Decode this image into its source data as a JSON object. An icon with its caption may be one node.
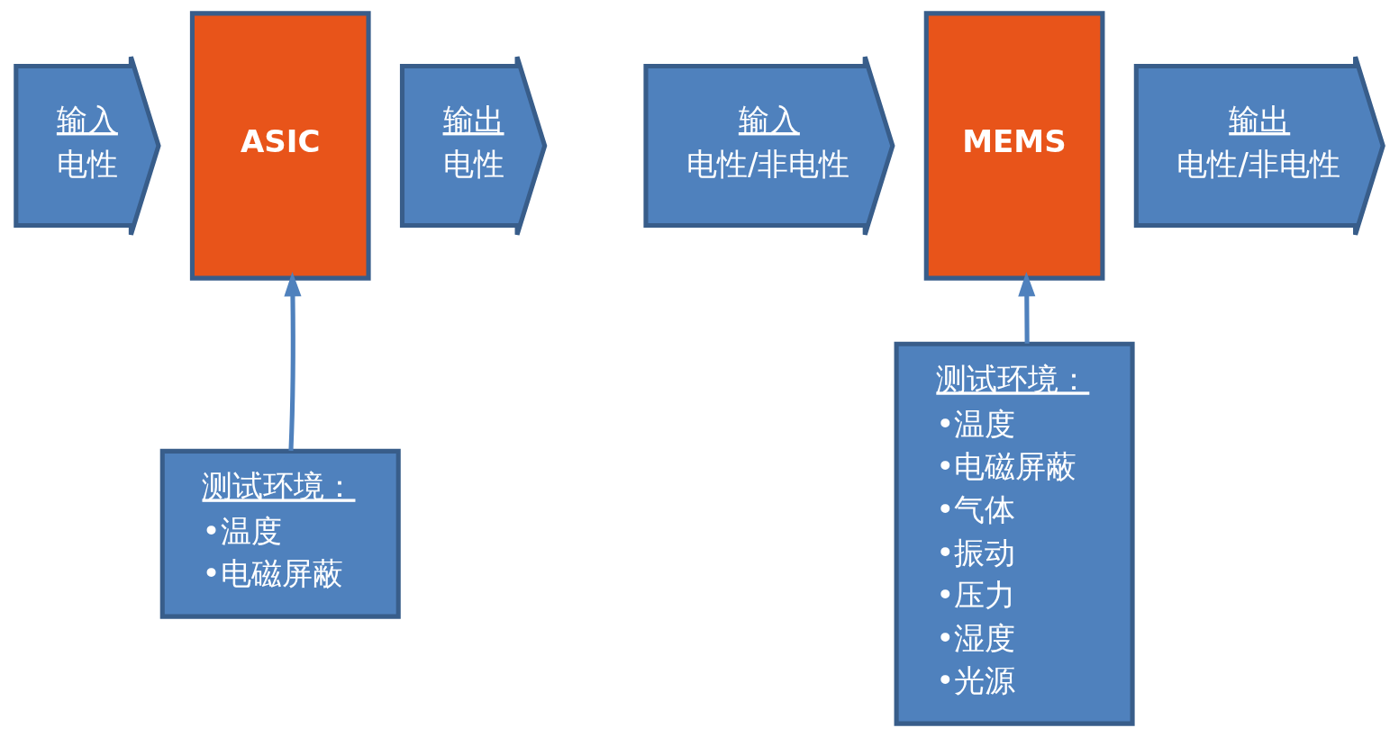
{
  "diagram": {
    "nodes": [
      {
        "text": [
          "输入",
          "电性"
        ]
      },
      {
        "text": [
          "ASIC"
        ]
      },
      {
        "text": [
          "输出",
          "电性"
        ]
      },
      {
        "text": [
          "测试环境：",
          "•温度",
          "•电磁屏蔽"
        ]
      },
      {
        "text": [
          "输入",
          "电性/非电性"
        ]
      },
      {
        "text": [
          "MEMS"
        ]
      },
      {
        "text": [
          "输出",
          "电性/非电性"
        ]
      },
      {
        "text": [
          "测试环境：",
          "•温度",
          "•电磁屏蔽",
          "•气体",
          "•振动",
          "•压力",
          "•湿度",
          "•光源"
        ]
      }
    ],
    "edges": [
      {
        "from": 3,
        "to": 1,
        "arrow": "to"
      },
      {
        "from": 7,
        "to": 5,
        "arrow": "to"
      }
    ]
  }
}
